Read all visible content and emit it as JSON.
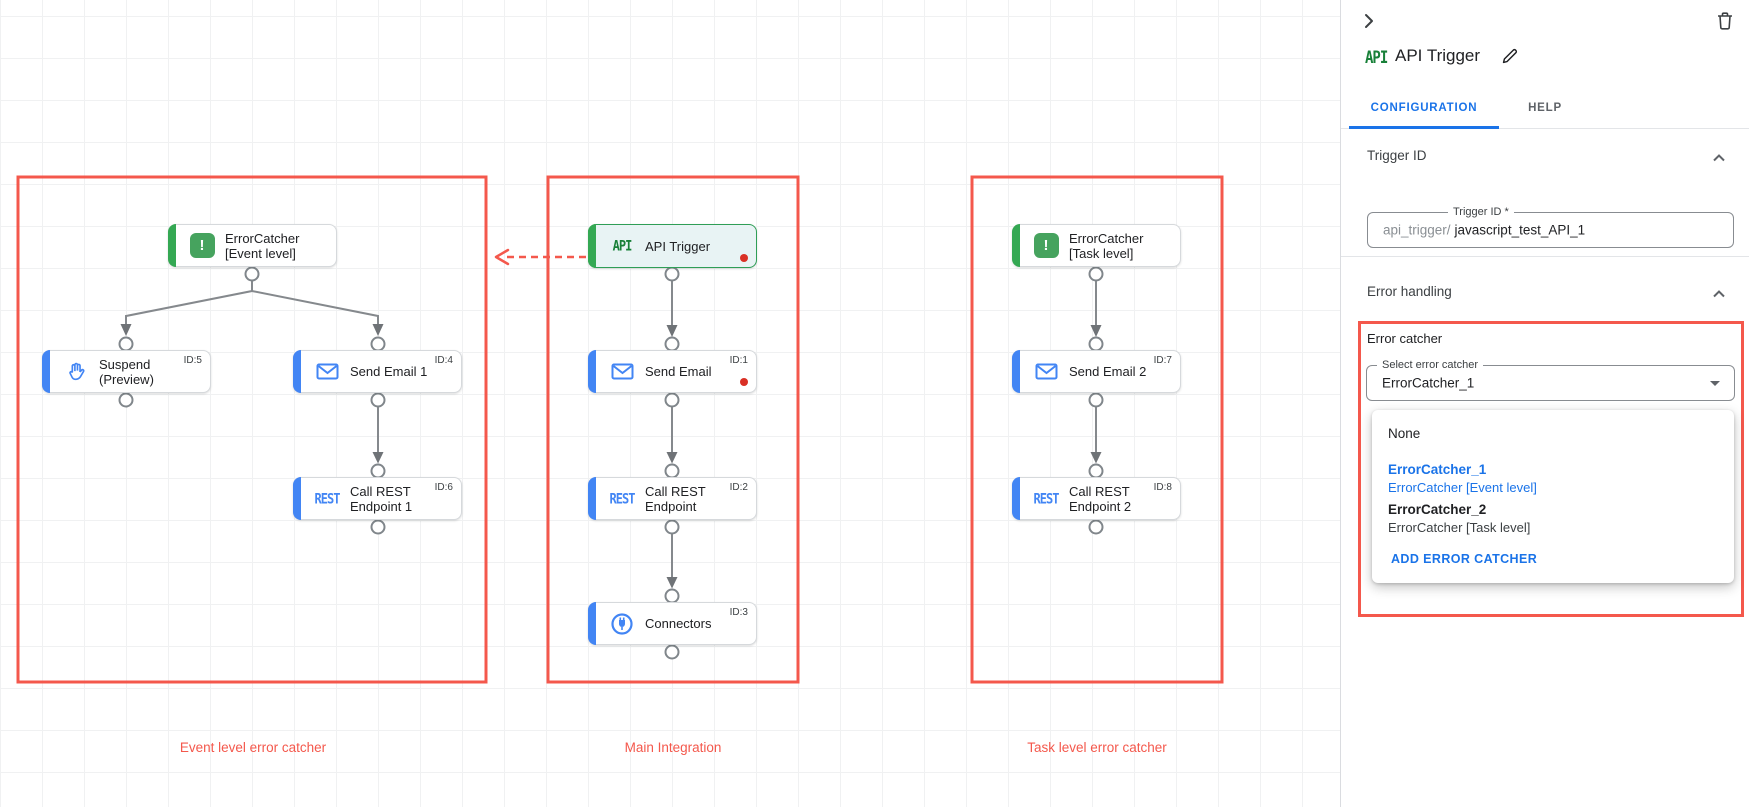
{
  "colors": {
    "accent_red": "#f4584c",
    "accent_blue": "#1a73e8",
    "node_blue": "#4285f4",
    "green": "#34a853",
    "api_green": "#188038"
  },
  "panel": {
    "title": "API Trigger",
    "tabs": {
      "configuration": "CONFIGURATION",
      "help": "HELP"
    },
    "icons": [
      "chevron-right-collapse",
      "trash",
      "api-logo",
      "edit-pencil",
      "section-collapse-chevron"
    ],
    "trigger_id_section": {
      "heading": "Trigger ID",
      "field_label": "Trigger ID *",
      "prefix": "api_trigger/",
      "value": "javascript_test_API_1"
    },
    "error_handling_section": {
      "heading": "Error handling",
      "group_label": "Error catcher",
      "select_label": "Select error catcher",
      "selected_value": "ErrorCatcher_1",
      "menu": {
        "none": "None",
        "option1": {
          "name": "ErrorCatcher_1",
          "desc": "ErrorCatcher [Event level]"
        },
        "option2": {
          "name": "ErrorCatcher_2",
          "desc": "ErrorCatcher [Task level]"
        },
        "add_button": "ADD ERROR CATCHER"
      }
    }
  },
  "canvas": {
    "icon_labels": {
      "api": "API",
      "rest": "REST"
    },
    "groups": [
      {
        "label": "Event level error catcher"
      },
      {
        "label": "Main Integration"
      },
      {
        "label": "Task level error catcher"
      }
    ],
    "nodes": [
      {
        "title": "ErrorCatcher\n[Event level]",
        "id": ""
      },
      {
        "title": "Suspend\n(Preview)",
        "id": "ID:5"
      },
      {
        "title": "Send Email 1",
        "id": "ID:4"
      },
      {
        "title": "Call REST\nEndpoint 1",
        "id": "ID:6"
      },
      {
        "title": "API Trigger",
        "id": ""
      },
      {
        "title": "Send Email",
        "id": "ID:1"
      },
      {
        "title": "Call REST\nEndpoint",
        "id": "ID:2"
      },
      {
        "title": "Connectors",
        "id": "ID:3"
      },
      {
        "title": "ErrorCatcher\n[Task level]",
        "id": ""
      },
      {
        "title": "Send Email 2",
        "id": "ID:7"
      },
      {
        "title": "Call REST\nEndpoint 2",
        "id": "ID:8"
      }
    ]
  }
}
